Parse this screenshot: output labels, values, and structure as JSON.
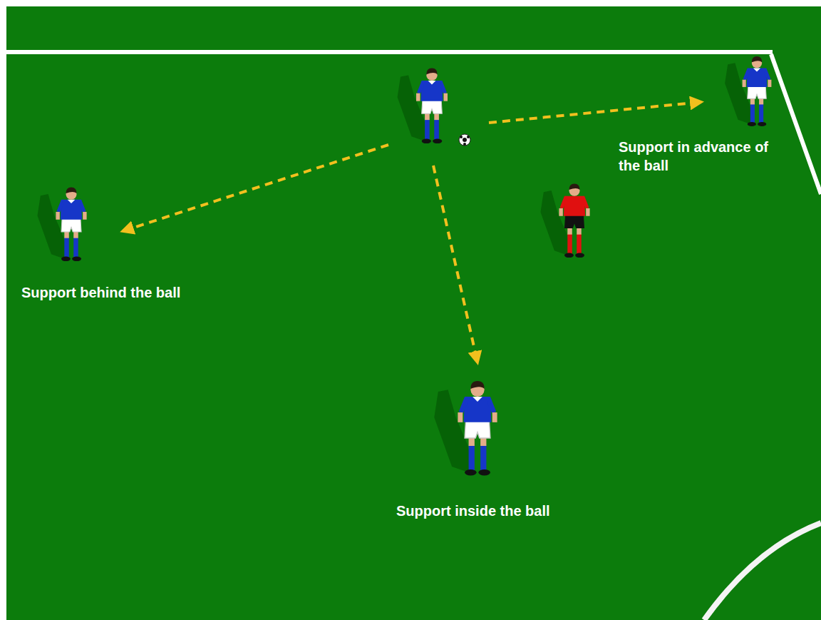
{
  "diagram": {
    "labels": [
      "Support in advance of the ball",
      "Support behind the ball",
      "Support inside the ball"
    ]
  }
}
